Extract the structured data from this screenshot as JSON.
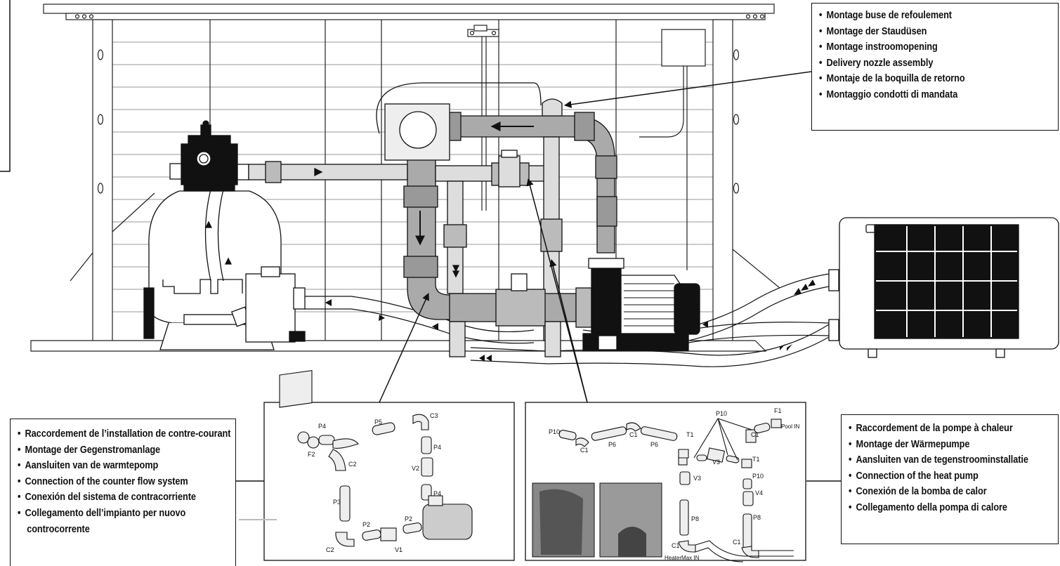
{
  "callouts": {
    "top_right": [
      "Montage buse de refoulement",
      "Montage der Staudüsen",
      "Montage instroomopening",
      "Delivery nozzle assembly",
      "Montaje de la boquilla de retorno",
      "Montaggio condotti di mandata"
    ],
    "bottom_left": [
      "Raccordement de l’installation de contre-courant",
      "Montage der Gegenstromanlage",
      "Aansluiten van de warmtepomp",
      "Connection of the counter flow system",
      "Conexión del sistema de contracorriente",
      "Collegamento dell’impianto per nuovo",
      "controcorrente"
    ],
    "bottom_right": [
      "Raccordement de la pompe à chaleur",
      "Montage der Wärmepumpe",
      "Aansluiten van de tegenstroominstallatie",
      "Connection of the heat pump",
      "Conexión de la bomba de calor",
      "Collegamento della pompa di calore"
    ]
  },
  "part_labels": {
    "p4a": "P4",
    "p5": "P5",
    "c3": "C3",
    "p4b": "P4",
    "f2": "F2",
    "c2a": "C2",
    "v2": "V2",
    "p4c": "P4",
    "p3": "P3",
    "c2b": "C2",
    "p2a": "P2",
    "p2b": "P2",
    "v1": "V1",
    "p10a": "P10",
    "c1a": "C1",
    "p6a": "P6",
    "c1b": "C1",
    "p6b": "P6",
    "t1a": "T1",
    "p10b": "P10",
    "f1": "F1",
    "pool_in": "Pool IN",
    "c1c": "C1",
    "v3a": "V3",
    "v3b": "V3",
    "t1b": "T1",
    "p10c": "P10",
    "v4": "V4",
    "p8a": "P8",
    "p8b": "P8",
    "c1d": "C1",
    "c1e": "C1",
    "heater_in": "HeaterMax IN"
  }
}
